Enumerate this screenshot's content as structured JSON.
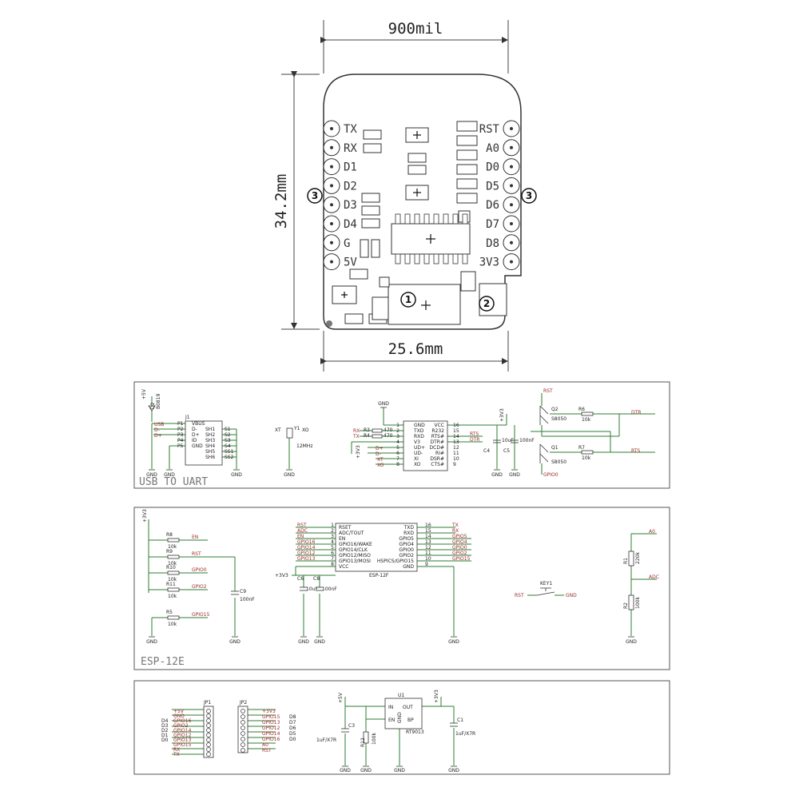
{
  "dimensions": {
    "top_width": "900mil",
    "height": "34.2mm",
    "bottom_width": "25.6mm"
  },
  "callouts": {
    "c1": "①",
    "c2": "②",
    "c3": "③"
  },
  "left_pins": [
    "TX",
    "RX",
    "D1",
    "D2",
    "D3",
    "D4",
    "G",
    "5V"
  ],
  "right_pins": [
    "RST",
    "A0",
    "D0",
    "D5",
    "D6",
    "D7",
    "D8",
    "3V3"
  ],
  "usb_to_uart": {
    "title": "USB TO UART",
    "d2_label": "D2",
    "d2_part": "B0819",
    "plus5v": "+5V",
    "usb_nets": [
      "USB",
      "D-",
      "D+"
    ],
    "j1_label": "J1",
    "j1_left_pins": [
      "VBUS",
      "D-",
      "D+",
      "ID",
      "GND"
    ],
    "j1_left_nums": [
      "P1",
      "P2",
      "P3",
      "P4",
      "P5"
    ],
    "j1_right_pins": [
      "SH1",
      "SH2",
      "SH3",
      "SH4",
      "SH5",
      "SH6"
    ],
    "j1_right_nums": [
      "S1",
      "S2",
      "S3",
      "S4",
      "SS1",
      "SS2"
    ],
    "y1_label": "Y1",
    "y1_freq": "12MHz",
    "xt": "XT",
    "xo": "XO",
    "ch340_left_pins": [
      "GND",
      "TXD",
      "RXD",
      "V3",
      "UD+",
      "UD-",
      "XI",
      "XO"
    ],
    "ch340_right_pins": [
      "VCC",
      "R232",
      "RTS#",
      "DTR#",
      "DCD#",
      "RI#",
      "DSR#",
      "CTS#"
    ],
    "ch340_right_nums": [
      "16",
      "15",
      "14",
      "13",
      "12",
      "11",
      "10",
      "9"
    ],
    "ch340_left_nums": [
      "1",
      "2",
      "3",
      "4",
      "5",
      "6",
      "7",
      "8"
    ],
    "r3": "R3",
    "r4": "R4",
    "r470a": "470",
    "r470b": "470",
    "rx": "RX",
    "tx": "TX",
    "rts": "RTS",
    "dtr": "DTR",
    "c4": "C4",
    "c5": "C5",
    "c4v": "10uF",
    "c5v": "100nF",
    "q2": "Q2",
    "q1": "Q1",
    "s8050a": "S8050",
    "s8050b": "S8050",
    "r6": "R6",
    "r7": "R7",
    "r10ka": "10k",
    "r10kb": "10k",
    "rst": "RST",
    "gpio0": "GPIO0",
    "plus3v3": "+3V3",
    "gnd": "GND"
  },
  "esp12e": {
    "title": "ESP-12E",
    "chip_label": "ESP-12F",
    "left_pins": [
      "RSET",
      "ADC/TOUT",
      "EN",
      "GPIO16/WAKE",
      "GPIO14/CLK",
      "GPIO12/MISO",
      "GPIO13/MOSI",
      "VCC"
    ],
    "left_nets": [
      "RST",
      "ADC",
      "EN",
      "GPIO16",
      "GPIO14",
      "GPIO12",
      "GPIO13"
    ],
    "right_pins": [
      "TXD",
      "RXD",
      "GPIO5",
      "GPIO4",
      "GPIO0",
      "GPIO2",
      "HSPICS/GPIO15",
      "GND"
    ],
    "right_nets": [
      "TX",
      "RX",
      "GPIO5",
      "GPIO4",
      "GPIO0",
      "GPIO2",
      "GPIO15"
    ],
    "left_nums": [
      "1",
      "2",
      "3",
      "4",
      "5",
      "6",
      "7",
      "8"
    ],
    "right_nums": [
      "16",
      "15",
      "14",
      "13",
      "12",
      "11",
      "10",
      "9"
    ],
    "resistors": [
      {
        "ref": "R8",
        "val": "10k",
        "net": "EN"
      },
      {
        "ref": "R9",
        "val": "10k",
        "net": "RST"
      },
      {
        "ref": "R10",
        "val": "10k",
        "net": "GPIO0"
      },
      {
        "ref": "R11",
        "val": "10k",
        "net": "GPIO2"
      },
      {
        "ref": "R5",
        "val": "10k",
        "net": "GPIO15"
      }
    ],
    "c9": "C9",
    "c9v": "100nF",
    "c6": "C6",
    "c8": "C8",
    "c6v": "10uF",
    "c8v": "100nF",
    "plus3v3": "+3V3",
    "key": "KEY1",
    "key_rst": "RST",
    "key_gnd": "GND",
    "r1": "R1",
    "r1v": "220k",
    "r2": "R2",
    "r2v": "100k",
    "a0": "A0",
    "adc": "ADC",
    "gnd": "GND"
  },
  "power": {
    "jp1": "JP1",
    "jp2": "JP2",
    "jp1_nets": [
      "+5V",
      "GND",
      "GPIO16",
      "GPIO2",
      "GPIO14",
      "GPIO12",
      "GPIO13",
      "GPIO15",
      "RX",
      "TX"
    ],
    "jp1_side": [
      "",
      "",
      "D4",
      "D3",
      "D2",
      "D1",
      "D0",
      "",
      "",
      ""
    ],
    "jp2_nets": [
      "+3V3",
      "GPIO15",
      "GPIO13",
      "GPIO12",
      "GPIO14",
      "GPIO16",
      "A0",
      "RST"
    ],
    "jp2_side": [
      "",
      "D8",
      "D7",
      "D6",
      "D5",
      "D0",
      "",
      ""
    ],
    "plus5v": "+5V",
    "plus3v3": "+3V3",
    "u1": "U1",
    "in": "IN",
    "out": "OUT",
    "en": "EN",
    "bp": "BP",
    "gnd_pin": "GND",
    "reg": "RT9013",
    "c3": "C3",
    "c3v": "1uF/X7R",
    "r12": "R12",
    "r12v": "100k",
    "c1": "C1",
    "c1v": "1uF/X7R",
    "gnd": "GND"
  },
  "colors": {
    "wire": "#2e7d32",
    "net": "#9b2c2c",
    "frame": "#555555",
    "outline": "#333333"
  }
}
